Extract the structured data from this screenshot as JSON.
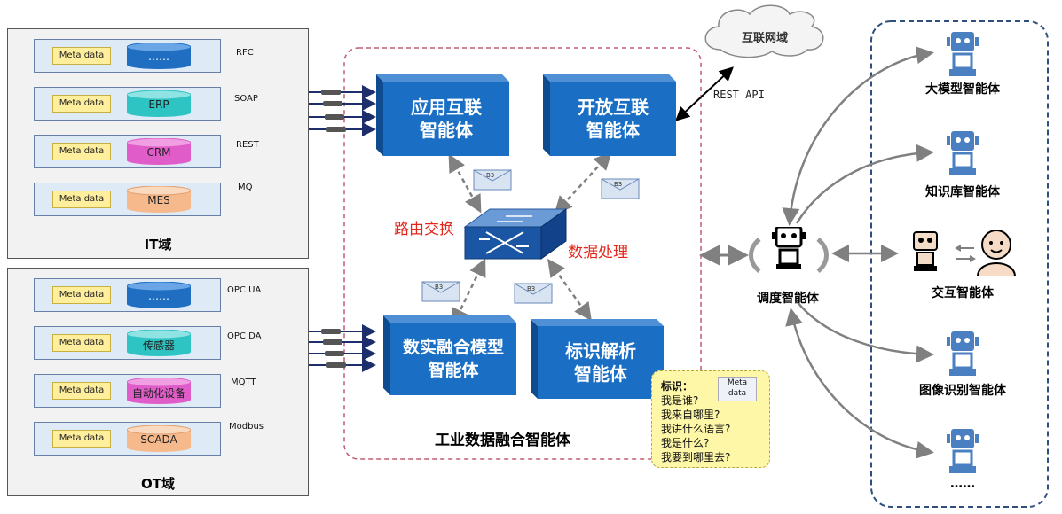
{
  "it_domain": {
    "title": "IT域",
    "rows": [
      {
        "meta": "Meta data",
        "system": "……",
        "protocol": "RFC",
        "color": "#1f6ec2"
      },
      {
        "meta": "Meta data",
        "system": "ERP",
        "protocol": "SOAP",
        "color": "#2ec4c4"
      },
      {
        "meta": "Meta data",
        "system": "CRM",
        "protocol": "REST",
        "color": "#e05cc8"
      },
      {
        "meta": "Meta data",
        "system": "MES",
        "protocol": "MQ",
        "color": "#f5b98c"
      }
    ]
  },
  "ot_domain": {
    "title": "OT域",
    "rows": [
      {
        "meta": "Meta data",
        "system": "……",
        "protocol": "OPC UA",
        "color": "#1f6ec2"
      },
      {
        "meta": "Meta data",
        "system": "传感器",
        "protocol": "OPC DA",
        "color": "#2ec4c4"
      },
      {
        "meta": "Meta data",
        "system": "自动化设备",
        "protocol": "MQTT",
        "color": "#e05cc8"
      },
      {
        "meta": "Meta data",
        "system": "SCADA",
        "protocol": "Modbus",
        "color": "#f5b98c"
      }
    ]
  },
  "fusion": {
    "title": "工业数据融合智能体",
    "app_agent": "应用互联\n智能体",
    "open_agent": "开放互联\n智能体",
    "twin_agent": "数实融合模型\n智能体",
    "id_agent": "标识解析\n智能体",
    "routing_label": "路由交换",
    "processing_label": "数据处理",
    "envelope_tag": "B3"
  },
  "cloud": {
    "label": "互联网域",
    "api_label": "REST API"
  },
  "id_note": {
    "title": "标识：",
    "meta": "Meta\ndata",
    "lines": [
      "我是谁?",
      "我来自哪里?",
      "我讲什么语言?",
      "我是什么?",
      "我要到哪里去?"
    ]
  },
  "dispatch": {
    "label": "调度智能体"
  },
  "agents": {
    "llm": "大模型智能体",
    "kb": "知识库智能体",
    "interact": "交互智能体",
    "image": "图像识别智能体",
    "more": "……"
  },
  "colors": {
    "box_blue": "#1a6fc4",
    "box_dark": "#0f4c8f",
    "robot_blue": "#4a7fc1",
    "frame_red": "#c05a6e",
    "frame_navy": "#2f4f7f"
  }
}
